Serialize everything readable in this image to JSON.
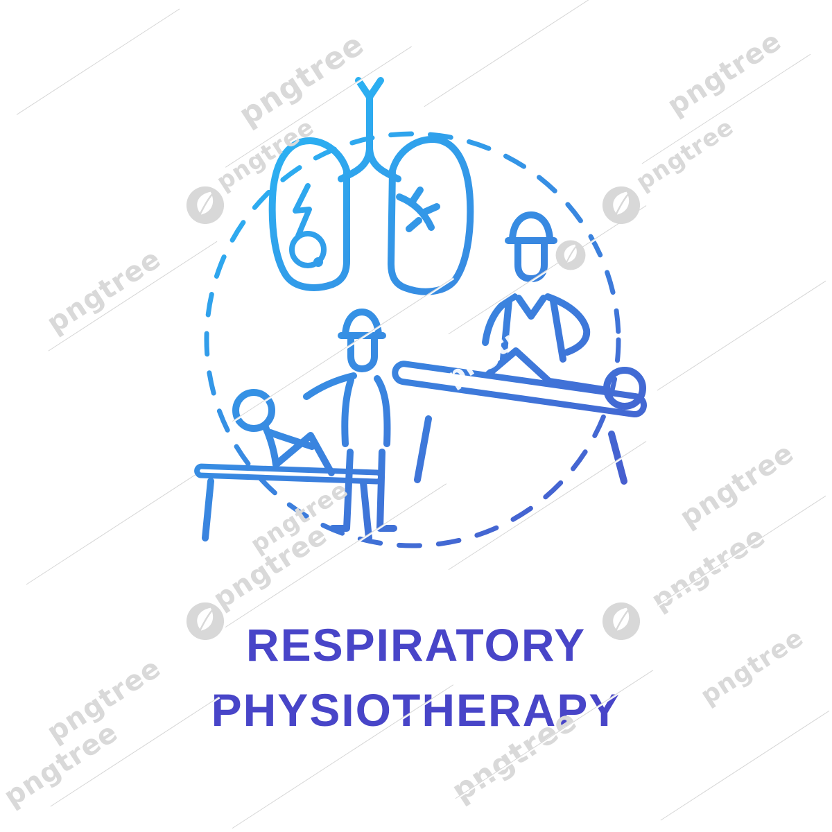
{
  "title": {
    "line1": "RESPIRATORY",
    "line2": "PHYSIOTHERAPY",
    "color": "#4845C8"
  },
  "watermark": {
    "text": "pngtree"
  },
  "illustration": {
    "name": "respiratory-physiotherapy-concept-icon",
    "style": "blue-gradient-thin-line",
    "gradient": {
      "start": "#29B7F5",
      "end": "#4B4FC8"
    },
    "elements": [
      "lungs-with-bronchi",
      "pulse-bolt-and-gauge-circle-in-left-lung",
      "dashed-circle-frame",
      "therapist-treating-patient-lying-on-table",
      "therapist-assisting-seated-patient-on-bench"
    ]
  }
}
